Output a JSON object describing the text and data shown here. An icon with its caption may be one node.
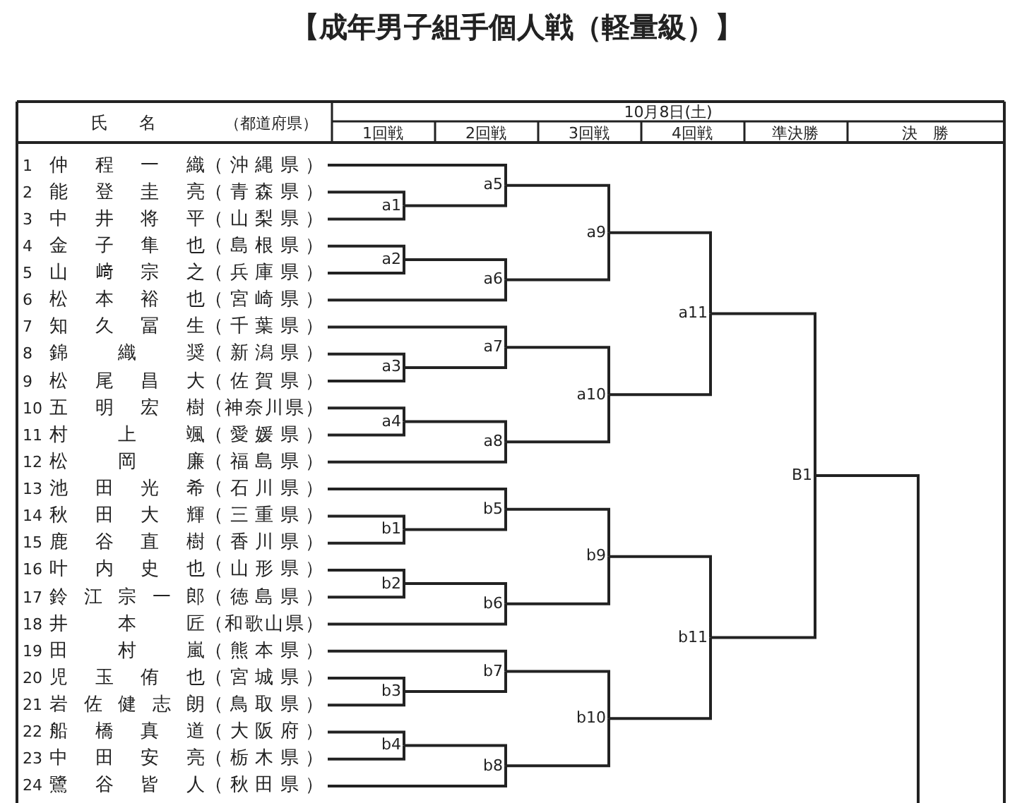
{
  "diagram": {
    "title": "【成年男子組手個人戦（軽量級）】",
    "nodes": [
      {
        "text": [
          "1",
          "仲程一織",
          "（沖縄県）"
        ]
      },
      {
        "text": [
          "2",
          "能登圭亮",
          "（青森県）"
        ]
      },
      {
        "text": [
          "3",
          "中井将平",
          "（山梨県）"
        ]
      },
      {
        "text": [
          "4",
          "金子隼也",
          "（島根県）"
        ]
      },
      {
        "text": [
          "5",
          "山﨑宗之",
          "（兵庫県）"
        ]
      },
      {
        "text": [
          "6",
          "松本裕也",
          "（宮崎県）"
        ]
      },
      {
        "text": [
          "7",
          "知久冨生",
          "（千葉県）"
        ]
      },
      {
        "text": [
          "8",
          "錦織奨",
          "（新潟県）"
        ]
      },
      {
        "text": [
          "9",
          "松尾昌大",
          "（佐賀県）"
        ]
      },
      {
        "text": [
          "10",
          "五明宏樹",
          "（神奈川県）"
        ]
      },
      {
        "text": [
          "11",
          "村上颯",
          "（愛媛県）"
        ]
      },
      {
        "text": [
          "12",
          "松岡廉",
          "（福島県）"
        ]
      },
      {
        "text": [
          "13",
          "池田光希",
          "（石川県）"
        ]
      },
      {
        "text": [
          "14",
          "秋田大輝",
          "（三重県）"
        ]
      },
      {
        "text": [
          "15",
          "鹿谷直樹",
          "（香川県）"
        ]
      },
      {
        "text": [
          "16",
          "叶内史也",
          "（山形県）"
        ]
      },
      {
        "text": [
          "17",
          "鈴江宗一郎",
          "（徳島県）"
        ]
      },
      {
        "text": [
          "18",
          "井本匠",
          "（和歌山県）"
        ]
      },
      {
        "text": [
          "19",
          "田村嵐",
          "（熊本県）"
        ]
      },
      {
        "text": [
          "20",
          "児玉侑也",
          "（宮城県）"
        ]
      },
      {
        "text": [
          "21",
          "岩佐健志朗",
          "（鳥取県）"
        ]
      },
      {
        "text": [
          "22",
          "船橋真道",
          "（大阪府）"
        ]
      },
      {
        "text": [
          "23",
          "中田安亮",
          "（栃木県）"
        ]
      },
      {
        "text": [
          "24",
          "鷺谷皆人",
          "（秋田県）"
        ]
      },
      {
        "text": [
          "a1"
        ]
      },
      {
        "text": [
          "a2"
        ]
      },
      {
        "text": [
          "a3"
        ]
      },
      {
        "text": [
          "a4"
        ]
      },
      {
        "text": [
          "a5"
        ]
      },
      {
        "text": [
          "a6"
        ]
      },
      {
        "text": [
          "a7"
        ]
      },
      {
        "text": [
          "a8"
        ]
      },
      {
        "text": [
          "a9"
        ]
      },
      {
        "text": [
          "a10"
        ]
      },
      {
        "text": [
          "a11"
        ]
      },
      {
        "text": [
          "b1"
        ]
      },
      {
        "text": [
          "b2"
        ]
      },
      {
        "text": [
          "b3"
        ]
      },
      {
        "text": [
          "b4"
        ]
      },
      {
        "text": [
          "b5"
        ]
      },
      {
        "text": [
          "b6"
        ]
      },
      {
        "text": [
          "b7"
        ]
      },
      {
        "text": [
          "b8"
        ]
      },
      {
        "text": [
          "b9"
        ]
      },
      {
        "text": [
          "b10"
        ]
      },
      {
        "text": [
          "b11"
        ]
      },
      {
        "text": [
          "B1"
        ]
      }
    ],
    "edges": [
      {
        "from": 1,
        "to": 24,
        "arrow": "none"
      },
      {
        "from": 2,
        "to": 24,
        "arrow": "none"
      },
      {
        "from": 3,
        "to": 25,
        "arrow": "none"
      },
      {
        "from": 4,
        "to": 25,
        "arrow": "none"
      },
      {
        "from": 7,
        "to": 26,
        "arrow": "none"
      },
      {
        "from": 8,
        "to": 26,
        "arrow": "none"
      },
      {
        "from": 9,
        "to": 27,
        "arrow": "none"
      },
      {
        "from": 10,
        "to": 27,
        "arrow": "none"
      },
      {
        "from": 0,
        "to": 28,
        "arrow": "none"
      },
      {
        "from": 24,
        "to": 28,
        "arrow": "none"
      },
      {
        "from": 25,
        "to": 29,
        "arrow": "none"
      },
      {
        "from": 5,
        "to": 29,
        "arrow": "none"
      },
      {
        "from": 6,
        "to": 30,
        "arrow": "none"
      },
      {
        "from": 26,
        "to": 30,
        "arrow": "none"
      },
      {
        "from": 27,
        "to": 31,
        "arrow": "none"
      },
      {
        "from": 11,
        "to": 31,
        "arrow": "none"
      },
      {
        "from": 28,
        "to": 32,
        "arrow": "none"
      },
      {
        "from": 29,
        "to": 32,
        "arrow": "none"
      },
      {
        "from": 30,
        "to": 33,
        "arrow": "none"
      },
      {
        "from": 31,
        "to": 33,
        "arrow": "none"
      },
      {
        "from": 32,
        "to": 34,
        "arrow": "none"
      },
      {
        "from": 33,
        "to": 34,
        "arrow": "none"
      },
      {
        "from": 13,
        "to": 35,
        "arrow": "none"
      },
      {
        "from": 14,
        "to": 35,
        "arrow": "none"
      },
      {
        "from": 15,
        "to": 36,
        "arrow": "none"
      },
      {
        "from": 16,
        "to": 36,
        "arrow": "none"
      },
      {
        "from": 19,
        "to": 37,
        "arrow": "none"
      },
      {
        "from": 20,
        "to": 37,
        "arrow": "none"
      },
      {
        "from": 21,
        "to": 38,
        "arrow": "none"
      },
      {
        "from": 22,
        "to": 38,
        "arrow": "none"
      },
      {
        "from": 12,
        "to": 39,
        "arrow": "none"
      },
      {
        "from": 35,
        "to": 39,
        "arrow": "none"
      },
      {
        "from": 36,
        "to": 40,
        "arrow": "none"
      },
      {
        "from": 17,
        "to": 40,
        "arrow": "none"
      },
      {
        "from": 18,
        "to": 41,
        "arrow": "none"
      },
      {
        "from": 37,
        "to": 41,
        "arrow": "none"
      },
      {
        "from": 38,
        "to": 42,
        "arrow": "none"
      },
      {
        "from": 23,
        "to": 42,
        "arrow": "none"
      },
      {
        "from": 39,
        "to": 43,
        "arrow": "none"
      },
      {
        "from": 40,
        "to": 43,
        "arrow": "none"
      },
      {
        "from": 41,
        "to": 44,
        "arrow": "none"
      },
      {
        "from": 42,
        "to": 44,
        "arrow": "none"
      },
      {
        "from": 43,
        "to": 45,
        "arrow": "none"
      },
      {
        "from": 44,
        "to": 45,
        "arrow": "none"
      },
      {
        "from": 34,
        "to": 46,
        "arrow": "none"
      },
      {
        "from": 45,
        "to": 46,
        "arrow": "none"
      },
      {
        "from": 46,
        "to": null,
        "arrow": "none"
      }
    ],
    "labels": [
      "氏　名",
      "（都道府県）",
      "10月8日(土)",
      "1回戦",
      "2回戦",
      "3回戦",
      "4回戦",
      "準決勝",
      "決　勝"
    ]
  }
}
